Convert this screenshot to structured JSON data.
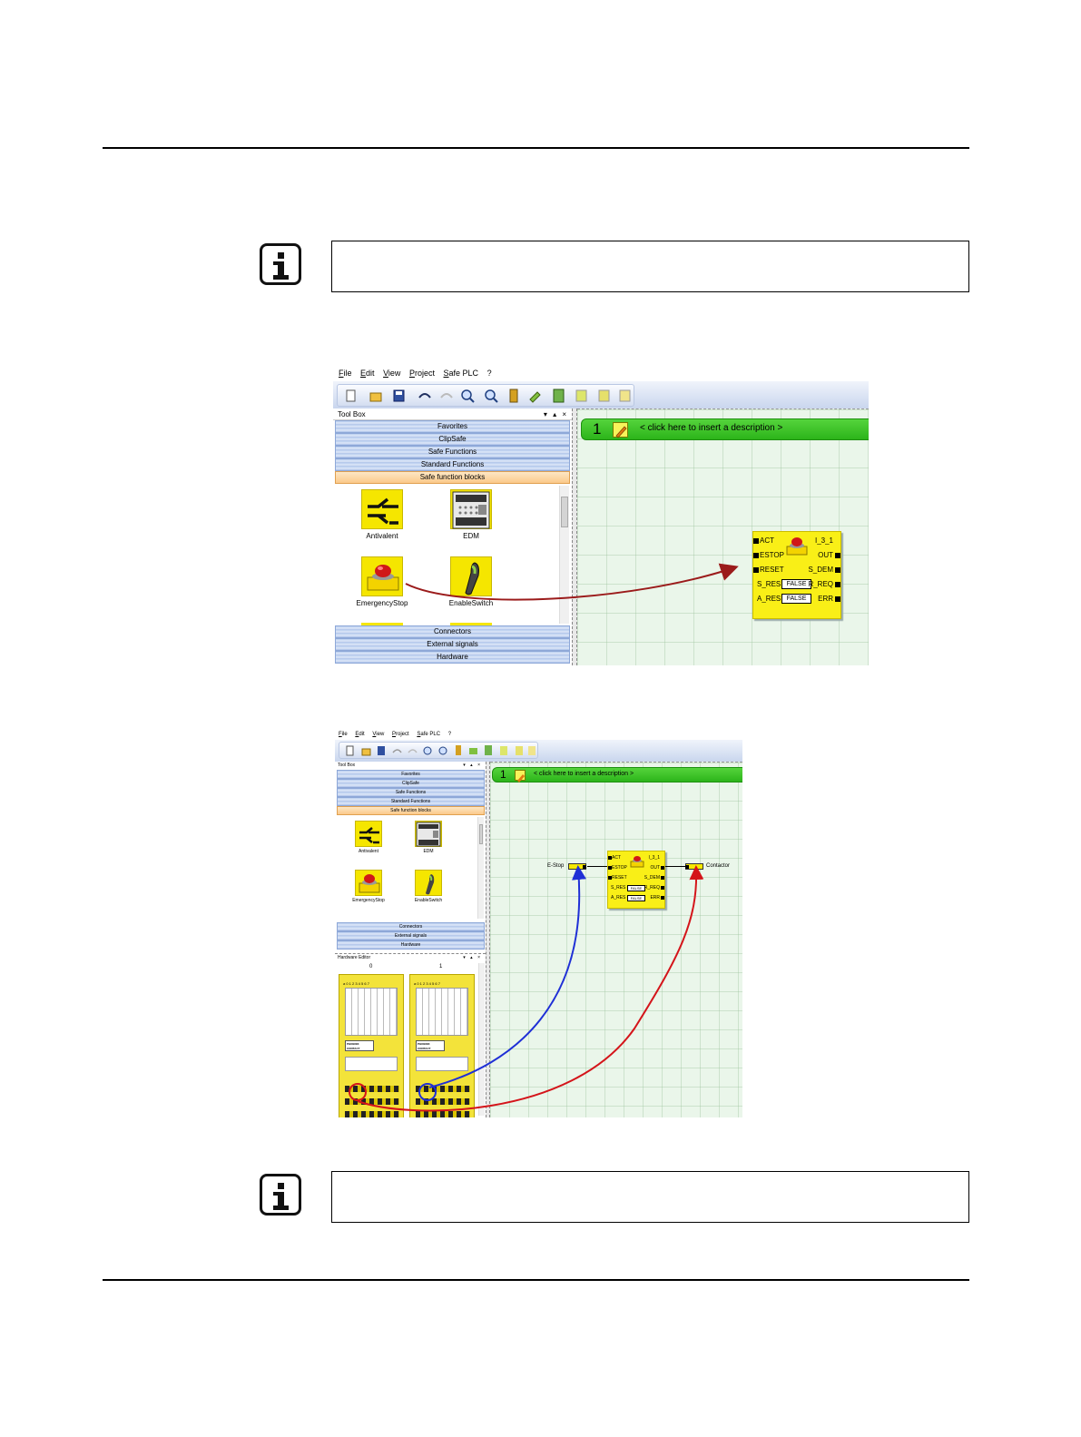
{
  "screenshot1": {
    "menu": [
      "File",
      "Edit",
      "View",
      "Project",
      "Safe PLC",
      "?"
    ],
    "toolbox": {
      "title": "Tool Box",
      "pins": "▾ ▴ ×",
      "categories_top": [
        "Favorites",
        "ClipSafe",
        "Safe Functions",
        "Standard Functions",
        "Safe function blocks"
      ],
      "items": [
        "Antivalent",
        "EDM",
        "EmergencyStop",
        "EnableSwitch"
      ],
      "categories_bottom": [
        "Connectors",
        "External signals",
        "Hardware"
      ]
    },
    "network": {
      "number": "1",
      "description": "< click here to insert a description >"
    },
    "function_block": {
      "left_pins": [
        "ACT",
        "ESTOP",
        "RESET",
        "S_RES",
        "A_RES"
      ],
      "right_pins": [
        "I_3_1",
        "OUT",
        "S_DEM",
        "R_REQ",
        "ERR"
      ],
      "s_res_value": "FALSE",
      "a_res_value": "FALSE"
    }
  },
  "screenshot2": {
    "menu": [
      "File",
      "Edit",
      "View",
      "Project",
      "Safe PLC",
      "?"
    ],
    "toolbox": {
      "title": "Tool Box",
      "pins": "▾ ▴ ×",
      "categories_top": [
        "Favorites",
        "ClipSafe",
        "Safe Functions",
        "Standard Functions",
        "Safe function blocks"
      ],
      "items": [
        "Antivalent",
        "EDM",
        "EmergencyStop",
        "EnableSwitch"
      ],
      "categories_bottom": [
        "Connectors",
        "External signals",
        "Hardware"
      ]
    },
    "hardware_editor": {
      "title": "Hardware Editor",
      "pins": "▾ ▴ ×",
      "slots": [
        "0",
        "1"
      ],
      "channel_header": "a 0 1 2 3 4 5 6 7",
      "logo_text": "PHOENIX CONTACT"
    },
    "network": {
      "number": "1",
      "description": "< click here to insert a description >"
    },
    "input_label": "E-Stop",
    "output_label": "Contactor",
    "function_block": {
      "left_pins": [
        "ACT",
        "ESTOP",
        "RESET",
        "S_RES",
        "A_RES"
      ],
      "right_pins": [
        "I_3_1",
        "OUT",
        "S_DEM",
        "R_REQ",
        "ERR"
      ],
      "s_res_value": "FALSE",
      "a_res_value": "FALSE"
    },
    "arrow_colors": {
      "input": "#1f2fd6",
      "output": "#d4141a"
    }
  },
  "colors": {
    "accent_arrow_1": "#9b1b1b",
    "network_bar": "#2cb41a",
    "block": "#f9ef17"
  }
}
